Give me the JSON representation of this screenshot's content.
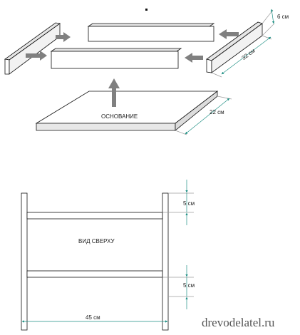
{
  "exploded_view": {
    "labels": {
      "thickness": "6 см",
      "side_length": "32 см",
      "base_depth": "22 см",
      "base_label": "ОСНОВАНИЕ"
    }
  },
  "top_view": {
    "title": "ВИД СВЕРХУ",
    "labels": {
      "gap_top": "5 см",
      "gap_bottom": "5 см",
      "width": "45 см"
    }
  },
  "watermark": "drevodelatel.ru",
  "colors": {
    "board_fill": "#ffffff",
    "board_shade": "#dcdcdc",
    "arrow": "#808080",
    "dimension": "#1e8f84"
  }
}
